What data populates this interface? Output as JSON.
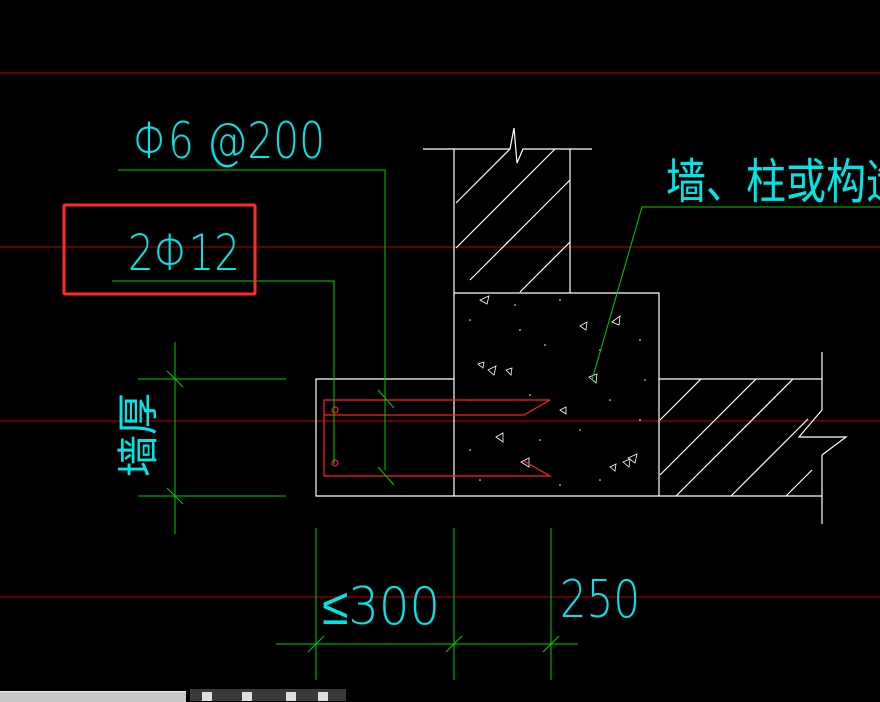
{
  "annotations": {
    "stirrup_rebar": "Φ6 @200",
    "long_rebar": "2Φ12",
    "wall_label": "墙、柱或构造",
    "wall_thickness": "墙厚",
    "dim_width": "≤300",
    "dim_250": "250"
  },
  "colors": {
    "background": "#000000",
    "outline": "#ffffff",
    "text": "#00e5e5",
    "leader": "#00cc00",
    "rebar": "#ff2020",
    "grid_line": "#cc0000",
    "highlight_box": "#ff2a2a"
  }
}
